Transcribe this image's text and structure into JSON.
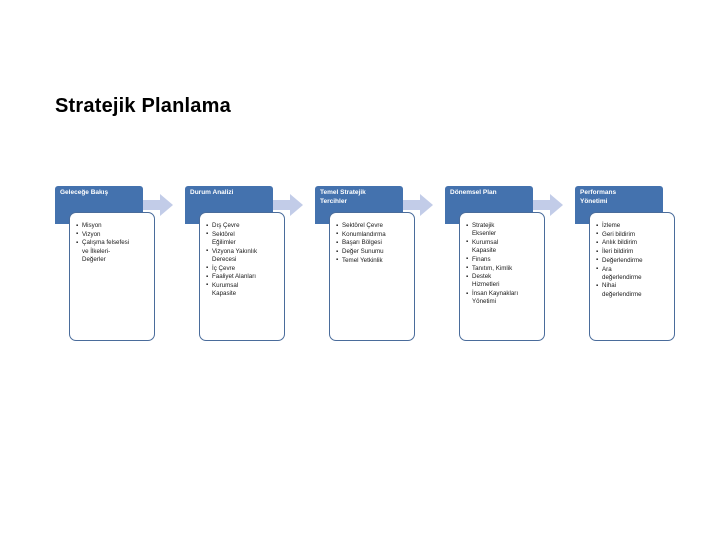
{
  "slide": {
    "title": "Stratejik Planlama",
    "background_color": "#FFFFFF",
    "accent_color": "#4472AE",
    "card_border_color": "#4A6C9B",
    "arrow_color": "#C2CCE8"
  },
  "diagram": {
    "type": "process-flow",
    "orientation": "left-to-right",
    "arrow_icon_name": "right-arrow-icon",
    "stages": [
      {
        "header": "Geleceğe Bakış",
        "items": [
          "Misyon",
          "Vizyon",
          "Çalışma felsefesi\nve İlkeleri-\nDeğerler"
        ]
      },
      {
        "header": "Durum Analizi",
        "items": [
          "Dış Çevre",
          "Sektörel\nEğilimler",
          "Vizyona Yakınlık\nDerecesi",
          "İç Çevre",
          "Faaliyet Alanları",
          "Kurumsal\nKapasite"
        ]
      },
      {
        "header": "Temel Stratejik\nTercihler",
        "items": [
          "Sektörel Çevre",
          "Konumlandırma",
          "Başarı Bölgesi",
          "Değer Sunumu",
          "Temel Yetkinlik"
        ]
      },
      {
        "header": "Dönemsel Plan",
        "items": [
          "Stratejik\nEksenler",
          "Kurumsal\nKapasite",
          "Finans",
          "Tanıtım, Kimlik",
          "Destek\nHizmetleri",
          "İnsan Kaynakları\nYönetimi"
        ]
      },
      {
        "header": "Performans\nYönetimi",
        "items": [
          "İzleme",
          "Geri bildirim",
          "Anlık bildirim",
          "İleri bildirim",
          "Değerlendirme",
          "Ara\ndeğerlendirme",
          "Nihai\ndeğerlendirme"
        ]
      }
    ]
  }
}
